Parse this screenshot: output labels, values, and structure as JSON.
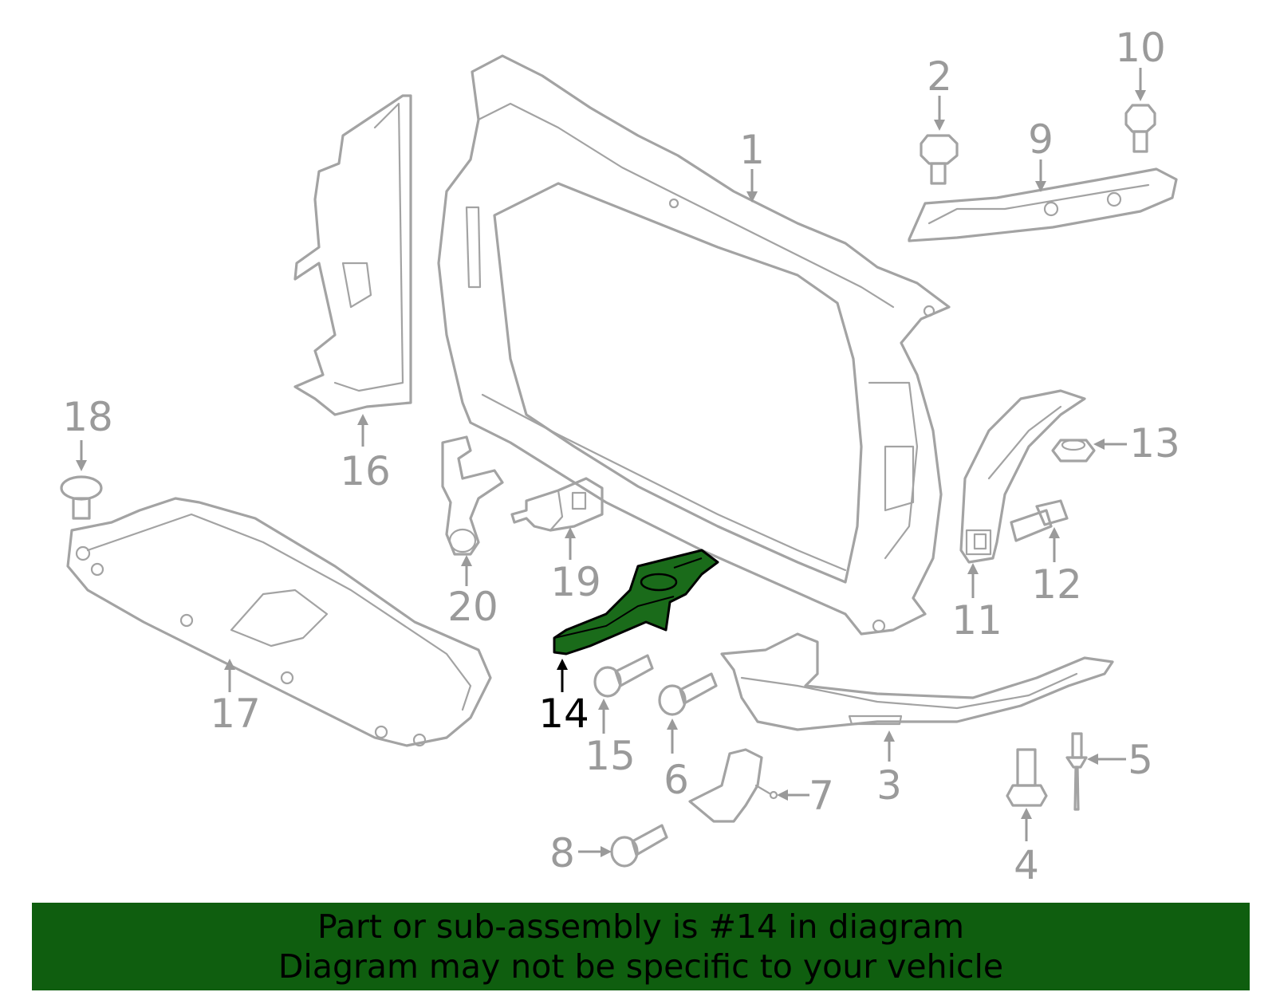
{
  "diagram": {
    "highlight_color": "#1a6b1a",
    "highlighted_part": "14",
    "callouts": [
      {
        "id": "c1",
        "text": "1"
      },
      {
        "id": "c2",
        "text": "2"
      },
      {
        "id": "c3",
        "text": "3"
      },
      {
        "id": "c4",
        "text": "4"
      },
      {
        "id": "c5",
        "text": "5"
      },
      {
        "id": "c6",
        "text": "6"
      },
      {
        "id": "c7",
        "text": "7"
      },
      {
        "id": "c8",
        "text": "8"
      },
      {
        "id": "c9",
        "text": "9"
      },
      {
        "id": "c10",
        "text": "10"
      },
      {
        "id": "c11",
        "text": "11"
      },
      {
        "id": "c12",
        "text": "12"
      },
      {
        "id": "c13",
        "text": "13"
      },
      {
        "id": "c14",
        "text": "14"
      },
      {
        "id": "c15",
        "text": "15"
      },
      {
        "id": "c16",
        "text": "16"
      },
      {
        "id": "c17",
        "text": "17"
      },
      {
        "id": "c18",
        "text": "18"
      },
      {
        "id": "c19",
        "text": "19"
      },
      {
        "id": "c20",
        "text": "20"
      }
    ]
  },
  "banner": {
    "line1": "Part or sub-assembly is #14 in diagram",
    "line2": "Diagram may not be specific to your vehicle",
    "background": "#0f5e0f"
  }
}
